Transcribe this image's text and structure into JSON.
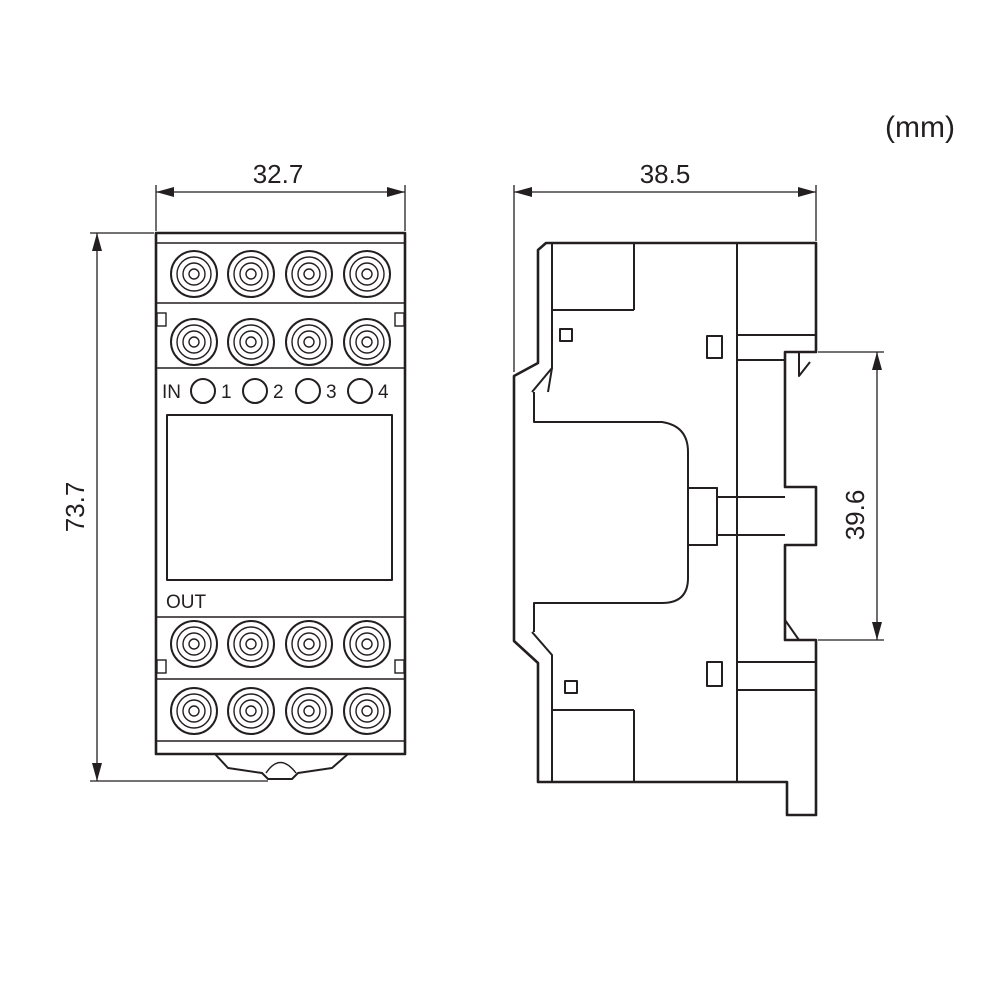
{
  "unit_label": "(mm)",
  "dimensions": {
    "front_width": "32.7",
    "front_height": "73.7",
    "side_depth": "38.5",
    "rail_width": "39.6"
  },
  "front_labels": {
    "in": "IN",
    "out": "OUT",
    "channels": [
      "1",
      "2",
      "3",
      "4"
    ]
  },
  "colors": {
    "line": "#231f20",
    "background": "#ffffff"
  }
}
